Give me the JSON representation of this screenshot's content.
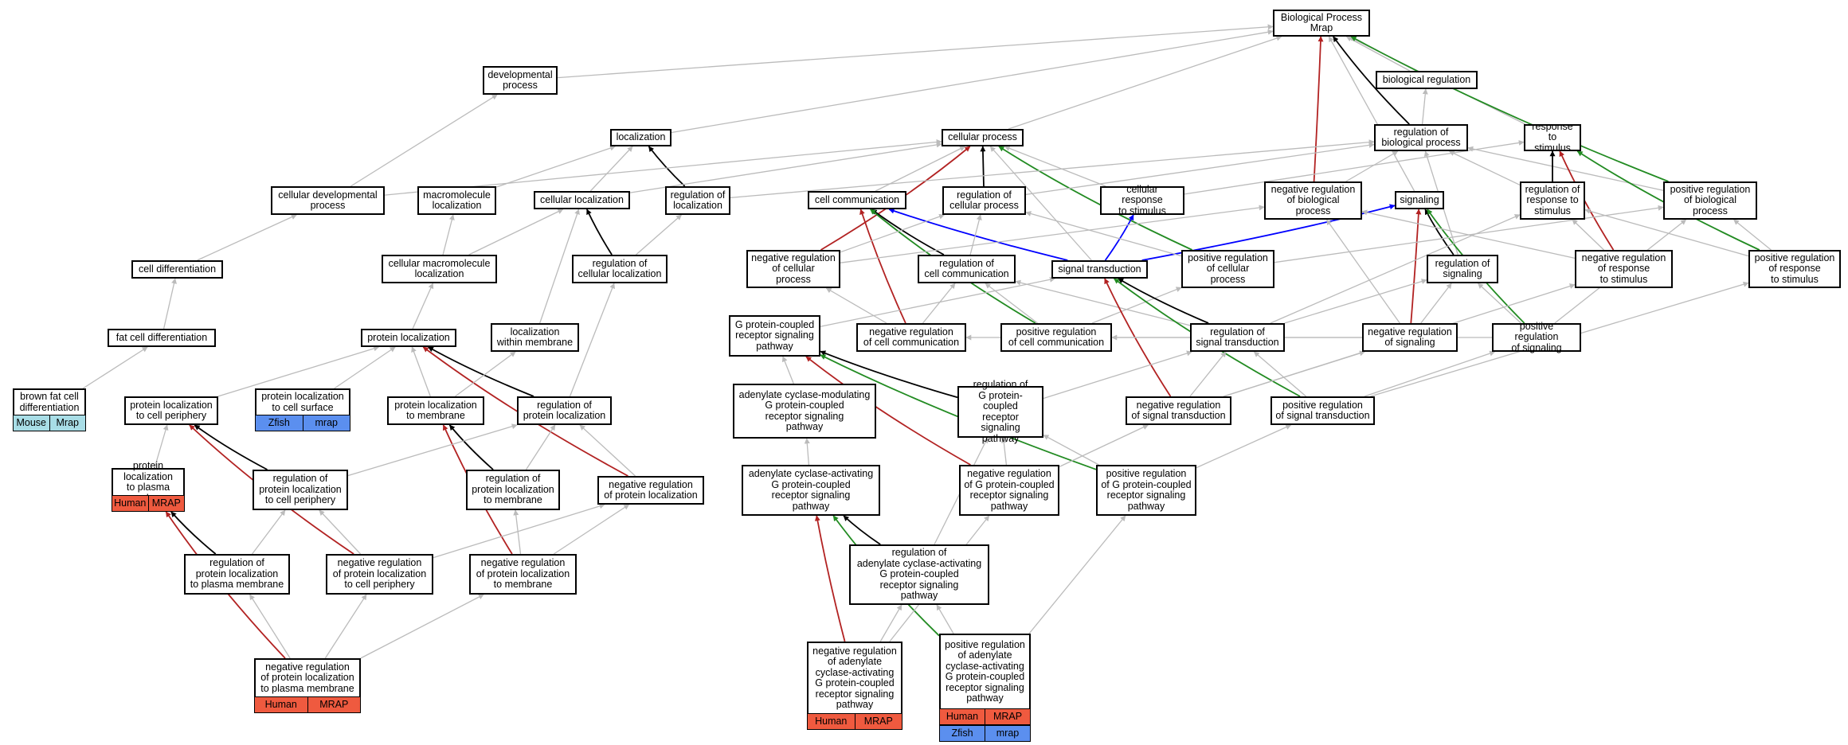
{
  "colors": {
    "gray": "#bbbbbb",
    "black": "#000000",
    "red": "#b22222",
    "green": "#228b22",
    "blue": "#0000ff",
    "human": "#ef5a3f",
    "mouse": "#a8dde6",
    "zfish": "#5b8fef"
  },
  "nodes": {
    "bp_mrap": "Biological Process\nMrap",
    "bio_reg": "biological regulation",
    "dev_proc": "developmental\nprocess",
    "localization": "localization",
    "cell_proc": "cellular process",
    "reg_bio_proc": "regulation of\nbiological process",
    "resp_stim": "response to\nstimulus",
    "cell_dev_proc": "cellular developmental\nprocess",
    "macro_loc": "macromolecule\nlocalization",
    "cell_loc": "cellular localization",
    "reg_loc": "regulation of\nlocalization",
    "cell_comm": "cell communication",
    "reg_cell_proc": "regulation of\ncellular process",
    "cell_resp_stim": "cellular response\nto stimulus",
    "neg_reg_bio_proc": "negative regulation\nof biological\nprocess",
    "signaling": "signaling",
    "reg_resp_stim": "regulation of\nresponse to\nstimulus",
    "pos_reg_bio_proc": "positive regulation\nof biological\nprocess",
    "cell_diff": "cell differentiation",
    "cell_macro_loc": "cellular macromolecule\nlocalization",
    "reg_cell_loc": "regulation of\ncellular localization",
    "neg_reg_cell_proc": "negative regulation\nof cellular\nprocess",
    "reg_cell_comm": "regulation of\ncell communication",
    "sig_trans": "signal transduction",
    "pos_reg_cell_proc": "positive regulation\nof cellular\nprocess",
    "reg_signaling": "regulation of\nsignaling",
    "neg_reg_resp_stim": "negative regulation\nof response\nto stimulus",
    "pos_reg_resp_stim": "positive regulation\nof response\nto stimulus",
    "fat_cell_diff": "fat cell differentiation",
    "prot_loc": "protein localization",
    "loc_within_mem": "localization\nwithin membrane",
    "gpcr_path": "G protein-coupled\nreceptor signaling\npathway",
    "neg_reg_cell_comm": "negative regulation\nof cell communication",
    "pos_reg_cell_comm": "positive regulation\nof cell communication",
    "reg_sig_trans": "regulation of\nsignal transduction",
    "neg_reg_signaling": "negative regulation\nof signaling",
    "pos_reg_signaling": "positive regulation\nof signaling",
    "brown_fat": "brown fat cell\ndifferentiation",
    "prot_loc_periph": "protein localization\nto cell periphery",
    "prot_loc_surface": "protein localization\nto cell surface",
    "prot_loc_mem": "protein localization\nto membrane",
    "reg_prot_loc": "regulation of\nprotein localization",
    "ac_mod_path": "adenylate cyclase-modulating\nG protein-coupled\nreceptor signaling\npathway",
    "reg_gpcr": "regulation of\nG protein-coupled\nreceptor signaling\npathway",
    "neg_reg_sig_trans": "negative regulation\nof signal transduction",
    "pos_reg_sig_trans": "positive regulation\nof signal transduction",
    "prot_loc_pm": "protein localization\nto plasma membrane",
    "reg_prot_loc_periph": "regulation of\nprotein localization\nto cell periphery",
    "reg_prot_loc_mem": "regulation of\nprotein localization\nto membrane",
    "neg_reg_prot_loc": "negative regulation\nof protein localization",
    "ac_act_path": "adenylate cyclase-activating\nG protein-coupled\nreceptor signaling\npathway",
    "neg_reg_gpcr": "negative regulation\nof G protein-coupled\nreceptor signaling\npathway",
    "pos_reg_gpcr": "positive regulation\nof G protein-coupled\nreceptor signaling\npathway",
    "reg_prot_loc_pm": "regulation of\nprotein localization\nto plasma membrane",
    "neg_reg_prot_loc_periph": "negative regulation\nof protein localization\nto cell periphery",
    "neg_reg_prot_loc_mem": "negative regulation\nof protein localization\nto membrane",
    "reg_ac_act": "regulation of\nadenylate cyclase-activating\nG protein-coupled\nreceptor signaling\npathway",
    "neg_reg_prot_loc_pm": "negative regulation\nof protein localization\nto plasma membrane",
    "neg_reg_ac_act": "negative regulation\nof adenylate\ncyclase-activating\nG protein-coupled\nreceptor signaling\npathway",
    "pos_reg_ac_act": "positive regulation\nof adenylate\ncyclase-activating\nG protein-coupled\nreceptor signaling\npathway"
  },
  "annotations": {
    "brown_fat": [
      [
        [
          "Mouse",
          "mouse"
        ],
        [
          "Mrap",
          "mouse"
        ]
      ]
    ],
    "prot_loc_surface": [
      [
        [
          "Zfish",
          "zfish"
        ],
        [
          "mrap",
          "zfish"
        ]
      ]
    ],
    "prot_loc_pm": [
      [
        [
          "Human",
          "human"
        ],
        [
          "MRAP",
          "human"
        ]
      ]
    ],
    "neg_reg_prot_loc_pm": [
      [
        [
          "Human",
          "human"
        ],
        [
          "MRAP",
          "human"
        ]
      ]
    ],
    "neg_reg_ac_act": [
      [
        [
          "Human",
          "human"
        ],
        [
          "MRAP",
          "human"
        ]
      ]
    ],
    "pos_reg_ac_act": [
      [
        [
          "Human",
          "human"
        ],
        [
          "MRAP",
          "human"
        ]
      ],
      [
        [
          "Zfish",
          "zfish"
        ],
        [
          "mrap",
          "zfish"
        ]
      ]
    ]
  },
  "edges": [
    [
      "bio_reg",
      "bp_mrap",
      "gray"
    ],
    [
      "dev_proc",
      "bp_mrap",
      "gray"
    ],
    [
      "localization",
      "bp_mrap",
      "gray"
    ],
    [
      "cell_proc",
      "bp_mrap",
      "gray"
    ],
    [
      "reg_bio_proc",
      "bp_mrap",
      "black"
    ],
    [
      "resp_stim",
      "bp_mrap",
      "gray"
    ],
    [
      "neg_reg_bio_proc",
      "bp_mrap",
      "red"
    ],
    [
      "pos_reg_bio_proc",
      "bp_mrap",
      "green"
    ],
    [
      "signaling",
      "bp_mrap",
      "gray"
    ],
    [
      "reg_bio_proc",
      "bio_reg",
      "gray"
    ],
    [
      "cell_dev_proc",
      "dev_proc",
      "gray"
    ],
    [
      "reg_loc",
      "localization",
      "black"
    ],
    [
      "macro_loc",
      "localization",
      "gray"
    ],
    [
      "cell_loc",
      "localization",
      "gray"
    ],
    [
      "neg_reg_cell_proc",
      "cell_proc",
      "red"
    ],
    [
      "pos_reg_cell_proc",
      "cell_proc",
      "green"
    ],
    [
      "reg_cell_proc",
      "cell_proc",
      "black"
    ],
    [
      "cell_comm",
      "cell_proc",
      "gray"
    ],
    [
      "cell_resp_stim",
      "cell_proc",
      "gray"
    ],
    [
      "sig_trans",
      "cell_proc",
      "gray"
    ],
    [
      "cell_dev_proc",
      "cell_proc",
      "gray"
    ],
    [
      "cell_loc",
      "cell_proc",
      "gray"
    ],
    [
      "reg_cell_proc",
      "reg_bio_proc",
      "gray"
    ],
    [
      "neg_reg_bio_proc",
      "reg_bio_proc",
      "gray"
    ],
    [
      "pos_reg_bio_proc",
      "reg_bio_proc",
      "gray"
    ],
    [
      "reg_loc",
      "reg_bio_proc",
      "gray"
    ],
    [
      "reg_resp_stim",
      "reg_bio_proc",
      "gray"
    ],
    [
      "reg_signaling",
      "reg_bio_proc",
      "gray"
    ],
    [
      "reg_resp_stim",
      "resp_stim",
      "black"
    ],
    [
      "neg_reg_resp_stim",
      "resp_stim",
      "red"
    ],
    [
      "pos_reg_resp_stim",
      "resp_stim",
      "green"
    ],
    [
      "cell_resp_stim",
      "resp_stim",
      "gray"
    ],
    [
      "cell_diff",
      "cell_dev_proc",
      "gray"
    ],
    [
      "cell_macro_loc",
      "macro_loc",
      "gray"
    ],
    [
      "cell_macro_loc",
      "cell_loc",
      "gray"
    ],
    [
      "reg_cell_loc",
      "cell_loc",
      "black"
    ],
    [
      "reg_cell_loc",
      "reg_loc",
      "gray"
    ],
    [
      "sig_trans",
      "cell_comm",
      "blue"
    ],
    [
      "reg_cell_comm",
      "cell_comm",
      "black"
    ],
    [
      "pos_reg_cell_comm",
      "cell_comm",
      "green"
    ],
    [
      "neg_reg_cell_comm",
      "cell_comm",
      "red"
    ],
    [
      "sig_trans",
      "cell_resp_stim",
      "blue"
    ],
    [
      "sig_trans",
      "signaling",
      "blue"
    ],
    [
      "reg_signaling",
      "signaling",
      "black"
    ],
    [
      "neg_reg_signaling",
      "signaling",
      "red"
    ],
    [
      "pos_reg_signaling",
      "signaling",
      "green"
    ],
    [
      "neg_reg_cell_proc",
      "reg_cell_proc",
      "gray"
    ],
    [
      "pos_reg_cell_proc",
      "reg_cell_proc",
      "gray"
    ],
    [
      "reg_cell_comm",
      "reg_cell_proc",
      "gray"
    ],
    [
      "neg_reg_cell_proc",
      "neg_reg_bio_proc",
      "gray"
    ],
    [
      "neg_reg_resp_stim",
      "neg_reg_bio_proc",
      "gray"
    ],
    [
      "neg_reg_signaling",
      "neg_reg_bio_proc",
      "gray"
    ],
    [
      "neg_reg_resp_stim",
      "reg_resp_stim",
      "gray"
    ],
    [
      "pos_reg_resp_stim",
      "reg_resp_stim",
      "gray"
    ],
    [
      "reg_sig_trans",
      "reg_resp_stim",
      "gray"
    ],
    [
      "pos_reg_cell_proc",
      "pos_reg_bio_proc",
      "gray"
    ],
    [
      "pos_reg_resp_stim",
      "pos_reg_bio_proc",
      "gray"
    ],
    [
      "pos_reg_signaling",
      "pos_reg_bio_proc",
      "gray"
    ],
    [
      "fat_cell_diff",
      "cell_diff",
      "gray"
    ],
    [
      "brown_fat",
      "fat_cell_diff",
      "gray"
    ],
    [
      "prot_loc",
      "cell_macro_loc",
      "gray"
    ],
    [
      "loc_within_mem",
      "cell_loc",
      "gray"
    ],
    [
      "reg_prot_loc",
      "reg_cell_loc",
      "gray"
    ],
    [
      "neg_reg_cell_comm",
      "neg_reg_cell_proc",
      "gray"
    ],
    [
      "neg_reg_cell_comm",
      "reg_cell_comm",
      "gray"
    ],
    [
      "pos_reg_cell_comm",
      "reg_cell_comm",
      "gray"
    ],
    [
      "pos_reg_cell_comm",
      "pos_reg_cell_proc",
      "gray"
    ],
    [
      "reg_sig_trans",
      "reg_cell_comm",
      "gray"
    ],
    [
      "reg_sig_trans",
      "reg_signaling",
      "gray"
    ],
    [
      "gpcr_path",
      "sig_trans",
      "gray"
    ],
    [
      "reg_sig_trans",
      "sig_trans",
      "black"
    ],
    [
      "neg_reg_sig_trans",
      "sig_trans",
      "red"
    ],
    [
      "pos_reg_sig_trans",
      "sig_trans",
      "green"
    ],
    [
      "neg_reg_signaling",
      "reg_signaling",
      "gray"
    ],
    [
      "pos_reg_signaling",
      "reg_signaling",
      "gray"
    ],
    [
      "neg_reg_signaling",
      "neg_reg_cell_comm",
      "gray"
    ],
    [
      "pos_reg_signaling",
      "pos_reg_cell_comm",
      "gray"
    ],
    [
      "neg_reg_sig_trans",
      "neg_reg_signaling",
      "gray"
    ],
    [
      "pos_reg_sig_trans",
      "pos_reg_signaling",
      "gray"
    ],
    [
      "neg_reg_sig_trans",
      "neg_reg_resp_stim",
      "gray"
    ],
    [
      "pos_reg_sig_trans",
      "pos_reg_resp_stim",
      "gray"
    ],
    [
      "neg_reg_sig_trans",
      "reg_sig_trans",
      "gray"
    ],
    [
      "pos_reg_sig_trans",
      "reg_sig_trans",
      "gray"
    ],
    [
      "prot_loc_periph",
      "prot_loc",
      "gray"
    ],
    [
      "prot_loc_surface",
      "prot_loc",
      "gray"
    ],
    [
      "prot_loc_mem",
      "prot_loc",
      "gray"
    ],
    [
      "reg_prot_loc",
      "prot_loc",
      "black"
    ],
    [
      "neg_reg_prot_loc",
      "prot_loc",
      "red"
    ],
    [
      "prot_loc_mem",
      "loc_within_mem",
      "gray"
    ],
    [
      "prot_loc_pm",
      "prot_loc_periph",
      "gray"
    ],
    [
      "reg_prot_loc_periph",
      "prot_loc_periph",
      "black"
    ],
    [
      "neg_reg_prot_loc_periph",
      "prot_loc_periph",
      "red"
    ],
    [
      "reg_prot_loc_mem",
      "prot_loc_mem",
      "black"
    ],
    [
      "neg_reg_prot_loc_mem",
      "prot_loc_mem",
      "red"
    ],
    [
      "reg_prot_loc_periph",
      "reg_prot_loc",
      "gray"
    ],
    [
      "reg_prot_loc_mem",
      "reg_prot_loc",
      "gray"
    ],
    [
      "neg_reg_prot_loc",
      "reg_prot_loc",
      "gray"
    ],
    [
      "ac_mod_path",
      "gpcr_path",
      "gray"
    ],
    [
      "reg_gpcr",
      "gpcr_path",
      "black"
    ],
    [
      "neg_reg_gpcr",
      "gpcr_path",
      "red"
    ],
    [
      "pos_reg_gpcr",
      "gpcr_path",
      "green"
    ],
    [
      "reg_gpcr",
      "reg_sig_trans",
      "gray"
    ],
    [
      "neg_reg_gpcr",
      "reg_gpcr",
      "gray"
    ],
    [
      "pos_reg_gpcr",
      "reg_gpcr",
      "gray"
    ],
    [
      "neg_reg_gpcr",
      "neg_reg_sig_trans",
      "gray"
    ],
    [
      "pos_reg_gpcr",
      "pos_reg_sig_trans",
      "gray"
    ],
    [
      "ac_act_path",
      "ac_mod_path",
      "gray"
    ],
    [
      "reg_prot_loc_pm",
      "prot_loc_pm",
      "black"
    ],
    [
      "neg_reg_prot_loc_pm",
      "prot_loc_pm",
      "red"
    ],
    [
      "reg_prot_loc_pm",
      "reg_prot_loc_periph",
      "gray"
    ],
    [
      "neg_reg_prot_loc_periph",
      "reg_prot_loc_periph",
      "gray"
    ],
    [
      "neg_reg_prot_loc_periph",
      "neg_reg_prot_loc",
      "gray"
    ],
    [
      "neg_reg_prot_loc_mem",
      "neg_reg_prot_loc",
      "gray"
    ],
    [
      "neg_reg_prot_loc_mem",
      "reg_prot_loc_mem",
      "gray"
    ],
    [
      "reg_ac_act",
      "ac_act_path",
      "black"
    ],
    [
      "neg_reg_ac_act",
      "ac_act_path",
      "red"
    ],
    [
      "pos_reg_ac_act",
      "ac_act_path",
      "green"
    ],
    [
      "reg_ac_act",
      "reg_gpcr",
      "gray"
    ],
    [
      "neg_reg_prot_loc_pm",
      "reg_prot_loc_pm",
      "gray"
    ],
    [
      "neg_reg_prot_loc_pm",
      "neg_reg_prot_loc_periph",
      "gray"
    ],
    [
      "neg_reg_prot_loc_pm",
      "neg_reg_prot_loc_mem",
      "gray"
    ],
    [
      "neg_reg_ac_act",
      "reg_ac_act",
      "gray"
    ],
    [
      "neg_reg_ac_act",
      "neg_reg_gpcr",
      "gray"
    ],
    [
      "pos_reg_ac_act",
      "reg_ac_act",
      "gray"
    ],
    [
      "pos_reg_ac_act",
      "pos_reg_gpcr",
      "gray"
    ]
  ]
}
